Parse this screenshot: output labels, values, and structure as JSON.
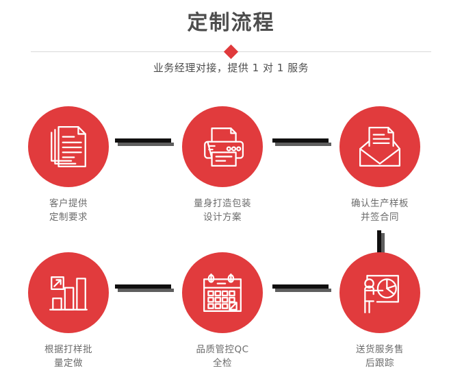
{
  "header": {
    "title": "定制流程",
    "subtitle": "业务经理对接，提供 1 对 1 服务",
    "divider_icon": "diamond-marker"
  },
  "colors": {
    "brand_red": "#e13b3d",
    "title_gray": "#4d4d4d",
    "label_gray": "#6b6b6b",
    "connector_black": "#100f0f",
    "connector_shadow": "#5e5e5e",
    "divider_line": "#d9d9d9"
  },
  "flow": {
    "steps": [
      {
        "index": "1",
        "icon": "documents-stack-icon",
        "label": "客户提供\n定制要求"
      },
      {
        "index": "2",
        "icon": "printer-icon",
        "label": "量身打造包装\n设计方案"
      },
      {
        "index": "3",
        "icon": "envelope-document-icon",
        "label": "确认生产样板\n并签合同"
      },
      {
        "index": "4",
        "icon": "bar-chart-growth-icon",
        "label": "根据打样批\n量定做"
      },
      {
        "index": "5",
        "icon": "calendar-check-icon",
        "label": "品质管控QC\n全检"
      },
      {
        "index": "6",
        "icon": "presentation-pie-chart-icon",
        "label": "送货服务售\n后跟踪"
      }
    ],
    "connectors": [
      {
        "name": "connector-step1-step2",
        "orientation": "horizontal"
      },
      {
        "name": "connector-step2-step3",
        "orientation": "horizontal"
      },
      {
        "name": "connector-step3-step6",
        "orientation": "vertical"
      },
      {
        "name": "connector-step4-step5",
        "orientation": "horizontal"
      },
      {
        "name": "connector-step5-step6",
        "orientation": "horizontal"
      }
    ]
  }
}
